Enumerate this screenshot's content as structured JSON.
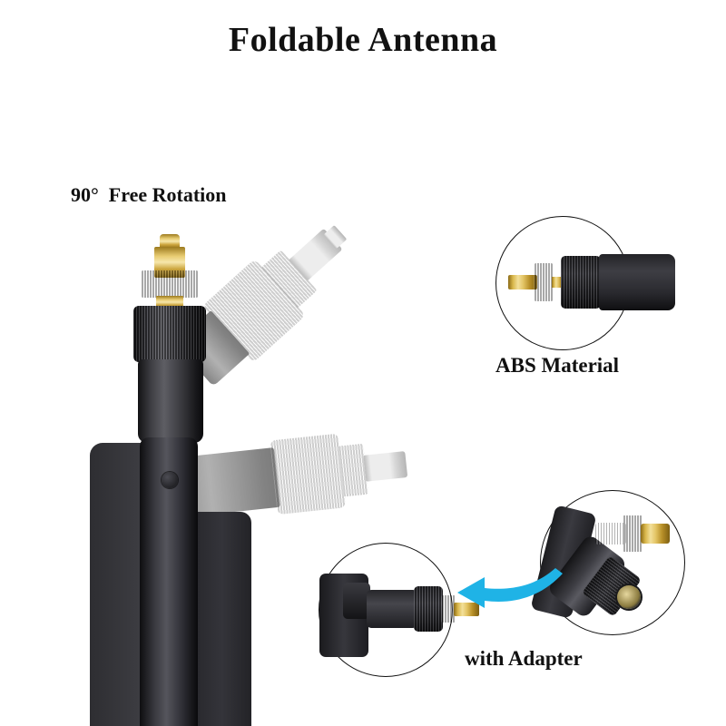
{
  "page": {
    "title": "Foldable Antenna",
    "background_color": "#ffffff",
    "text_color": "#111111"
  },
  "labels": {
    "rotation": "90°  Free Rotation",
    "abs_material": "ABS Material",
    "with_adapter": "with Adapter"
  },
  "colors": {
    "arrow": "#1fb3e6",
    "plastic_black": "#232326",
    "plastic_ghost_gray": "#8d9094",
    "gold": "#d9b54d",
    "outline": "#111111"
  },
  "main_product": {
    "name": "foldable-antenna",
    "orientation": "vertical",
    "parts": [
      "sma-male-pin",
      "gold-knurled-nut",
      "black-knurled-collar",
      "hinge-barrel",
      "antenna-blade"
    ],
    "rotation_positions": [
      "0deg",
      "45deg",
      "90deg"
    ],
    "ghost_count": 2
  },
  "insets": [
    {
      "name": "abs-material-inset",
      "caption": "ABS Material",
      "shows": "gold sma connector with black knurled collar and abs barrel",
      "shape": "circle"
    },
    {
      "name": "with-adapter-inset",
      "caption": "with Adapter",
      "shows": "antenna base with sma adapter attached, gold pin exposed",
      "shape": "circle"
    },
    {
      "name": "adapter-part-inset",
      "caption": "",
      "shows": "antenna base with female socket and separate gold sma adapter barrel",
      "shape": "circle"
    }
  ],
  "arrow": {
    "name": "assembly-arrow",
    "direction": "left",
    "color": "#1fb3e6",
    "meaning": "adapter attaches to antenna base"
  }
}
